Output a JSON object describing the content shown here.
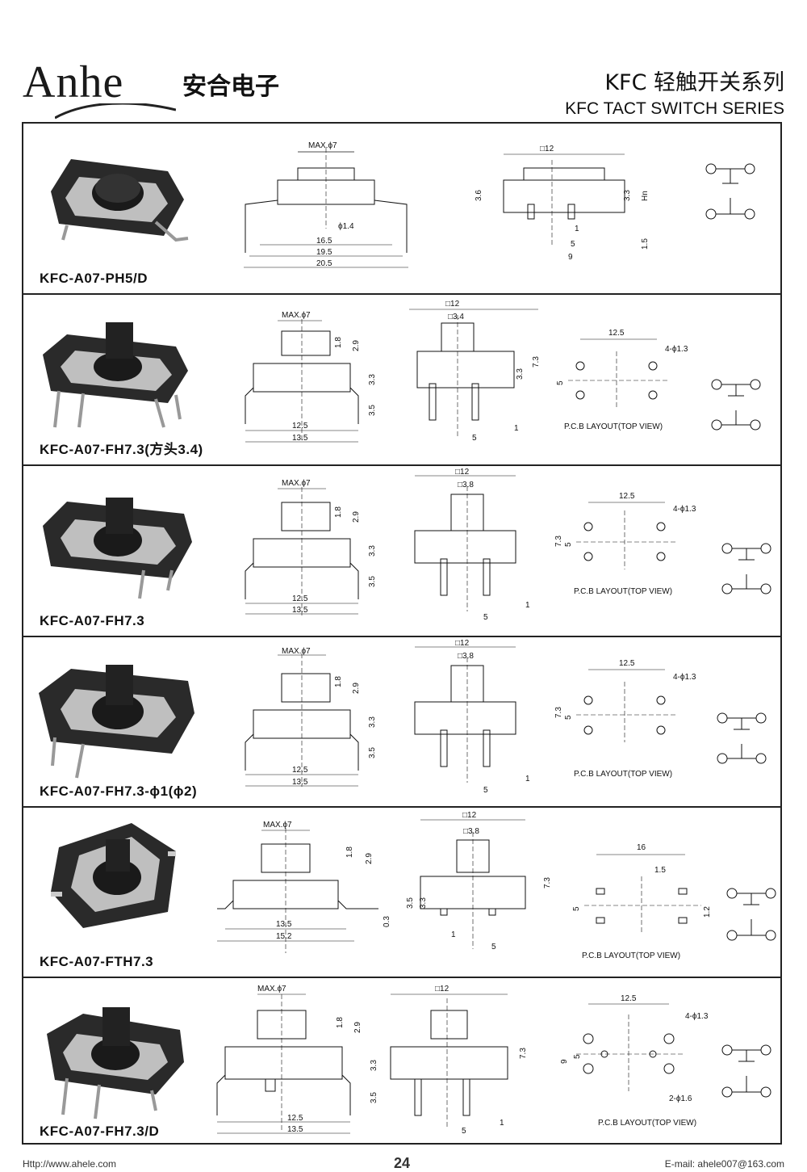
{
  "header": {
    "logo_en": "Anhe",
    "logo_cn": "安合电子",
    "series_cn": "KFC 轻触开关系列",
    "series_en": "KFC TACT SWITCH SERIES"
  },
  "rows": [
    {
      "model": "KFC-A07-PH5/D",
      "side": {
        "max": "MAX.ϕ7",
        "pin": "ϕ1.4",
        "d1": "16.5",
        "d2": "19.5",
        "d3": "20.5"
      },
      "front": {
        "top": "□12",
        "h1": "3.6",
        "h2": "3.3",
        "hn": "Hn",
        "b1": "1",
        "b2": "5",
        "b3": "9",
        "b4": "1.5"
      }
    },
    {
      "model": "KFC-A07-FH7.3(方头3.4)",
      "side": {
        "max": "MAX.ϕ7",
        "v1": "1.8",
        "v2": "2.9",
        "v3": "3.3",
        "v4": "3.5",
        "d1": "12.5",
        "d2": "13.5"
      },
      "front": {
        "top": "□12",
        "cap": "□3.4",
        "h1": "3.3",
        "h2": "7.3",
        "b1": "1",
        "b2": "5"
      },
      "pcb": {
        "w": "12.5",
        "holes": "4-ϕ1.3",
        "h": "5",
        "caption": "P.C.B LAYOUT(TOP VIEW)"
      }
    },
    {
      "model": "KFC-A07-FH7.3",
      "side": {
        "max": "MAX.ϕ7",
        "v1": "1.8",
        "v2": "2.9",
        "v3": "3.3",
        "v4": "3.5",
        "d1": "12.5",
        "d2": "13.5"
      },
      "front": {
        "top": "□12",
        "cap": "□3.8",
        "h2": "7.3",
        "b1": "1",
        "b2": "5"
      },
      "pcb": {
        "w": "12.5",
        "holes": "4-ϕ1.3",
        "h": "5",
        "caption": "P.C.B LAYOUT(TOP VIEW)"
      }
    },
    {
      "model": "KFC-A07-FH7.3-ϕ1(ϕ2)",
      "side": {
        "max": "MAX.ϕ7",
        "v1": "1.8",
        "v2": "2.9",
        "v3": "3.3",
        "v4": "3.5",
        "d1": "12.5",
        "d2": "13.5"
      },
      "front": {
        "top": "□12",
        "cap": "□3.8",
        "h2": "7.3",
        "b1": "1",
        "b2": "5"
      },
      "pcb": {
        "w": "12.5",
        "holes": "4-ϕ1.3",
        "h": "5",
        "caption": "P.C.B LAYOUT(TOP VIEW)"
      }
    },
    {
      "model": "KFC-A07-FTH7.3",
      "side": {
        "max": "MAX.ϕ7",
        "v1": "1.8",
        "v2": "2.9",
        "d1": "13.5",
        "d2": "15.2",
        "v5": "0.3"
      },
      "front": {
        "top": "□12",
        "cap": "□3.8",
        "h0": "3.5",
        "h1": "3.3",
        "h2": "7.3",
        "b1": "1",
        "b2": "5"
      },
      "pcb": {
        "w": "16",
        "w2": "1.5",
        "h": "5",
        "h2": "1.2",
        "caption": "P.C.B LAYOUT(TOP VIEW)"
      }
    },
    {
      "model": "KFC-A07-FH7.3/D",
      "side": {
        "max": "MAX.ϕ7",
        "v1": "1.8",
        "v2": "2.9",
        "v3": "3.3",
        "v4": "3.5",
        "d1": "12.5",
        "d2": "13.5"
      },
      "front": {
        "top": "□12",
        "h2": "7.3",
        "b1": "1",
        "b2": "5"
      },
      "pcb": {
        "w": "12.5",
        "holes": "4-ϕ1.3",
        "h": "5",
        "h9": "9",
        "holes2": "2-ϕ1.6",
        "caption": "P.C.B LAYOUT(TOP VIEW)"
      }
    }
  ],
  "footer": {
    "url": "Http://www.ahele.com",
    "page": "24",
    "mail": "E-mail: ahele007@163.com"
  }
}
